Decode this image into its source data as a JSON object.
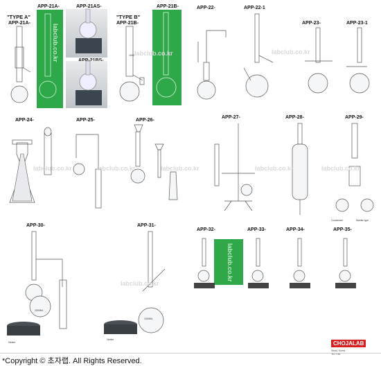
{
  "labels": {
    "type_a": "\"TYPE A\"",
    "app21a_left": "APP-21A-",
    "app21a": "APP-21A-",
    "app21as": "APP-21AS-",
    "app21bs": "APP-21BS-",
    "type_b": "\"TYPE B\"",
    "app21b_left": "APP-21B-",
    "app21b": "APP-21B-",
    "app22": "APP-22-",
    "app22_1": "APP-22-1",
    "app23": "APP-23-",
    "app23_1": "APP-23-1",
    "app24": "APP-24-",
    "app25": "APP-25-",
    "app26": "APP-26-",
    "app27": "APP-27-",
    "app28": "APP-28-",
    "app29": "APP-29-",
    "app30": "APP-30-",
    "app31": "APP-31-",
    "app32": "APP-32-",
    "app33": "APP-33-",
    "app34": "APP-34-",
    "app35": "APP-35-"
  },
  "watermark": "labclub.co.kr",
  "annotations": {
    "app30_flask": "2000ML",
    "app31_flask": "1000ML",
    "app21b_mid": "1000",
    "app29_left": "Condenser",
    "app29_right": "Mantle type",
    "app30_heater": "Heater",
    "app31_heater": "Heater"
  },
  "logo": {
    "name": "CHOJALAB",
    "address_lines": [
      "Seoul, Korea",
      "Tel / Fax"
    ]
  },
  "copyright": "*Copyright © 초자랩.     All Rights Reserved.",
  "colors": {
    "green_panel": "#2fa84a",
    "logo_red": "#d81e1e"
  }
}
